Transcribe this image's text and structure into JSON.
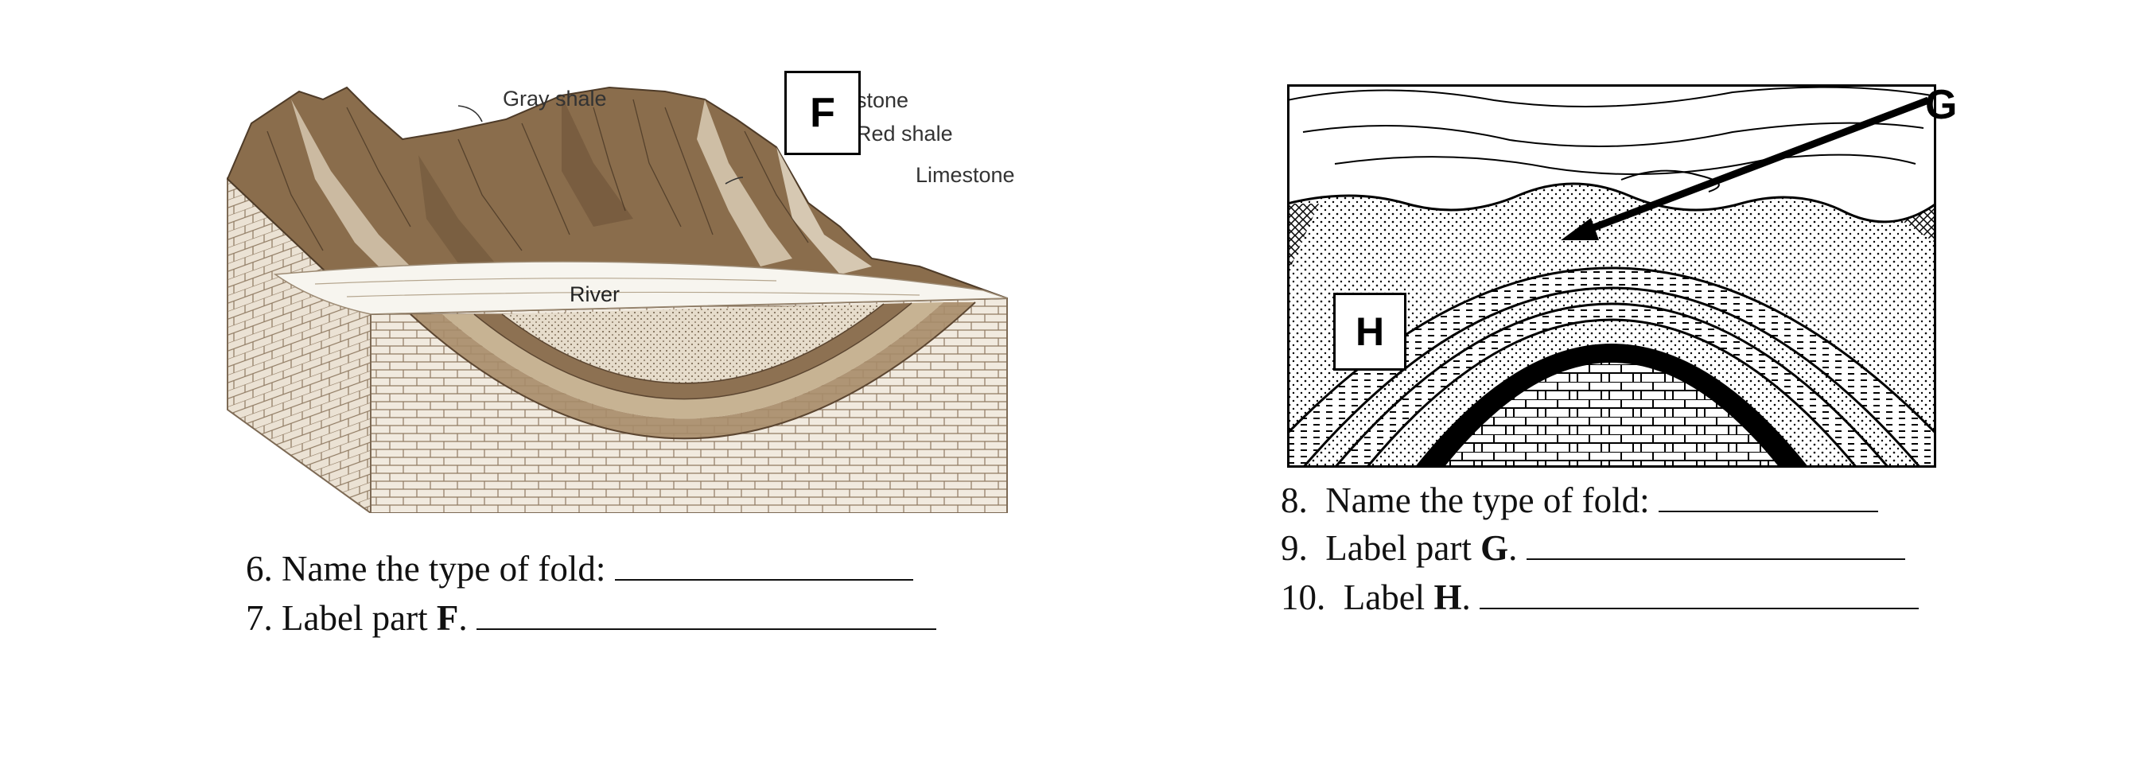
{
  "left_figure": {
    "labels": {
      "gray_shale": "Gray shale",
      "sandstone": "stone",
      "red_shale": "Red shale",
      "limestone": "Limestone",
      "river": "River"
    },
    "box_label": "F"
  },
  "right_figure": {
    "pointer_label": "G",
    "box_label": "H"
  },
  "questions": [
    {
      "number": "6.",
      "text": "Name the type of fold:",
      "bold": ""
    },
    {
      "number": "7.",
      "text": "Label part",
      "bold": "F",
      "suffix": "."
    },
    {
      "number": "8.",
      "text": "Name the type of fold:",
      "bold": ""
    },
    {
      "number": "9.",
      "text": "Label part",
      "bold": "G",
      "suffix": "."
    },
    {
      "number": "10.",
      "text": "Label",
      "bold": "H",
      "suffix": "."
    }
  ],
  "colors": {
    "rock_brown": "#7a5f3e",
    "rock_light": "#c9b695",
    "block_side": "#efe7da",
    "fold_tan": "#a88c68",
    "ink": "#111111"
  }
}
